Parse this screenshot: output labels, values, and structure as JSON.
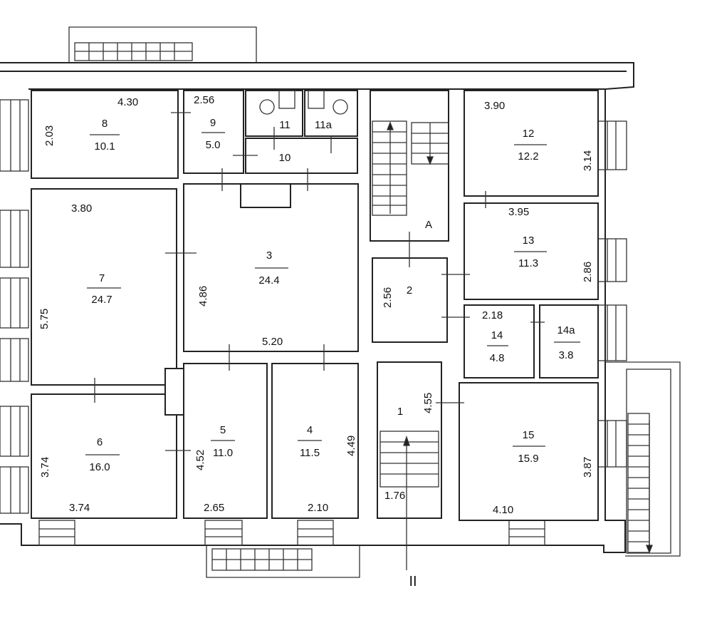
{
  "plan": {
    "stair_label": "A",
    "section_label": "II",
    "rooms": [
      {
        "number": "1",
        "area": ""
      },
      {
        "number": "2",
        "area": ""
      },
      {
        "number": "3",
        "area": "24.4"
      },
      {
        "number": "4",
        "area": "11.5"
      },
      {
        "number": "5",
        "area": "11.0"
      },
      {
        "number": "6",
        "area": "16.0"
      },
      {
        "number": "7",
        "area": "24.7"
      },
      {
        "number": "8",
        "area": "10.1"
      },
      {
        "number": "9",
        "area": "5.0"
      },
      {
        "number": "10",
        "area": ""
      },
      {
        "number": "11",
        "area": ""
      },
      {
        "number": "11a",
        "area": ""
      },
      {
        "number": "12",
        "area": "12.2"
      },
      {
        "number": "13",
        "area": "11.3"
      },
      {
        "number": "14",
        "area": "4.8"
      },
      {
        "number": "14a",
        "area": "3.8"
      },
      {
        "number": "15",
        "area": "15.9"
      }
    ],
    "dimensions": {
      "r8_w": "4.30",
      "r8_h": "2.03",
      "r9_w": "2.56",
      "r7_w": "3.80",
      "r7_h": "5.75",
      "r3_h": "4.86",
      "r3_w": "5.20",
      "r6_h": "3.74",
      "r6_w": "3.74",
      "r5_h": "4.52",
      "r5_w": "2.65",
      "r4_h": "4.49",
      "r4_w": "2.10",
      "r1_h": "4.55",
      "r1_w": "1.76",
      "r2_h": "2.56",
      "r12_w": "3.90",
      "r12_h": "3.14",
      "r13_w": "3.95",
      "r13_h": "2.86",
      "r14_w": "2.18",
      "r15_h": "3.87",
      "r15_w": "4.10"
    }
  }
}
